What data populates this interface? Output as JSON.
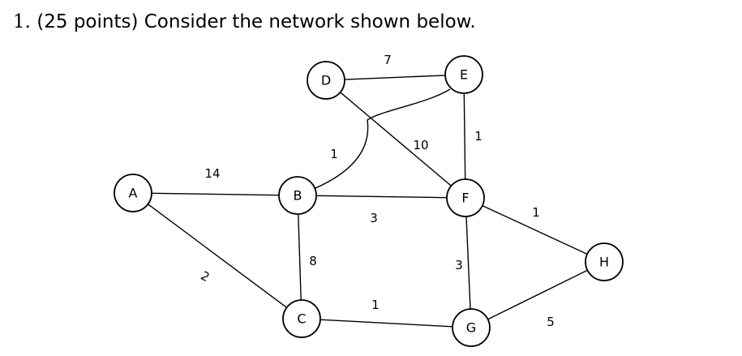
{
  "question": {
    "number": "1.",
    "text": " (25 points) Consider the network shown below."
  },
  "graph": {
    "nodes": [
      {
        "id": "A",
        "label": "A"
      },
      {
        "id": "B",
        "label": "B"
      },
      {
        "id": "C",
        "label": "C"
      },
      {
        "id": "D",
        "label": "D"
      },
      {
        "id": "E",
        "label": "E"
      },
      {
        "id": "F",
        "label": "F"
      },
      {
        "id": "G",
        "label": "G"
      },
      {
        "id": "H",
        "label": "H"
      }
    ],
    "edges": [
      {
        "from": "D",
        "to": "E",
        "weight": "7"
      },
      {
        "from": "B",
        "to": "E",
        "weight": "1"
      },
      {
        "from": "D",
        "to": "F",
        "weight": "10"
      },
      {
        "from": "E",
        "to": "F",
        "weight": "1"
      },
      {
        "from": "A",
        "to": "B",
        "weight": "14"
      },
      {
        "from": "B",
        "to": "F",
        "weight": "3"
      },
      {
        "from": "F",
        "to": "H",
        "weight": "1"
      },
      {
        "from": "A",
        "to": "C",
        "weight": "2"
      },
      {
        "from": "B",
        "to": "C",
        "weight": "8"
      },
      {
        "from": "F",
        "to": "G",
        "weight": "3"
      },
      {
        "from": "C",
        "to": "G",
        "weight": "1"
      },
      {
        "from": "G",
        "to": "H",
        "weight": "5"
      }
    ]
  }
}
